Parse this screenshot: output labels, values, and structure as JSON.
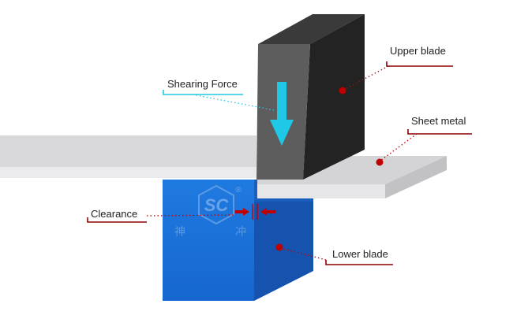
{
  "labels": {
    "upper_blade": "Upper blade",
    "sheet_metal": "Sheet metal",
    "shearing_force": "Shearing Force",
    "clearance": "Clearance",
    "lower_blade": "Lower blade"
  },
  "watermark": {
    "logo_text": "SC",
    "registered_mark": "®",
    "char_left": "神",
    "char_right": "冲"
  },
  "colors": {
    "label_underline": "#8b0000",
    "leader_dot": "#c00000",
    "shearing_force": "#1ec8e6",
    "lower_blade": "#1565c0",
    "upper_blade": "#2a2a2a",
    "sheet_metal": "#d6d6d8"
  }
}
